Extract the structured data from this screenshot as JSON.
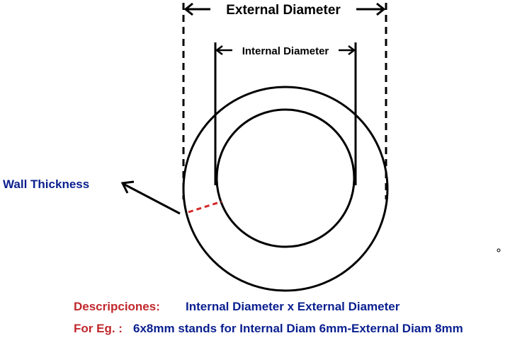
{
  "labels": {
    "external_diameter": "External Diameter",
    "internal_diameter": "Internal Diameter",
    "wall_thickness": "Wall Thickness"
  },
  "description": {
    "label": "Descripciones:",
    "text": "Internal Diameter x External Diameter"
  },
  "example": {
    "label": "For Eg. :",
    "text": "6x8mm stands for Internal Diam 6mm-External Diam 8mm"
  },
  "colors": {
    "outline": "#000000",
    "label_red": "#c0282d",
    "text_navy": "#0a1f8f",
    "wall_dash": "#d42a2a"
  },
  "icons": {
    "dimension_arrow": "double-headed-arrow",
    "pointer_arrow": "open-arrow"
  }
}
